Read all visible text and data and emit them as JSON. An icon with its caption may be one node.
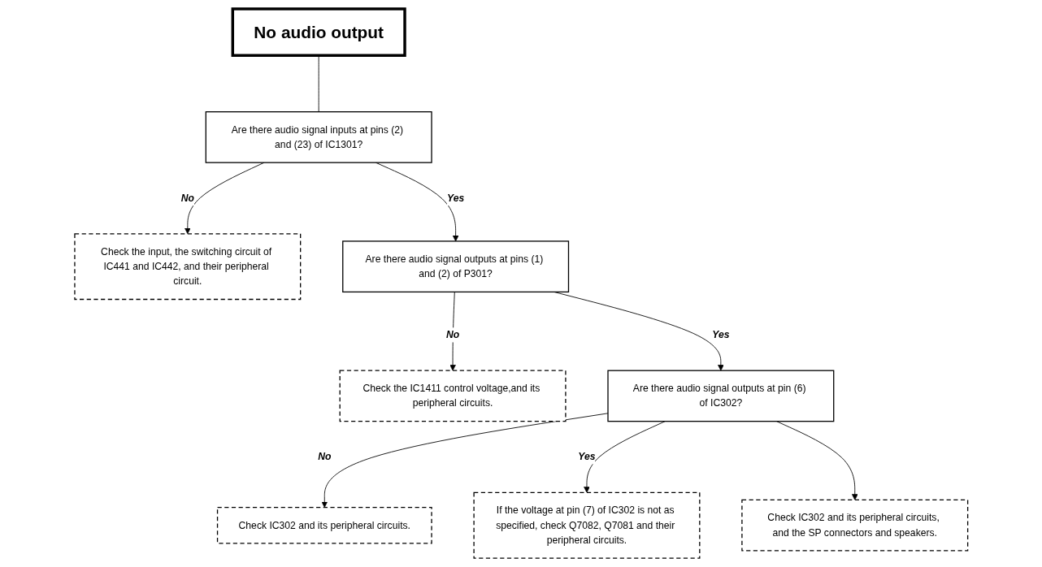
{
  "diagram": {
    "nodes": [
      {
        "text": [
          "No audio output"
        ]
      },
      {
        "text": [
          "Are there audio signal inputs at pins (2) and (23) of IC1301?"
        ]
      },
      {
        "text": [
          "Check the input, the switching circuit of IC441 and IC442, and their peripheral circuit."
        ]
      },
      {
        "text": [
          "Are there audio signal outputs at pins (1) and (2) of P301?"
        ]
      },
      {
        "text": [
          "Check the IC1411 control voltage,and its peripheral circuits."
        ]
      },
      {
        "text": [
          "Are there audio signal outputs at pin (6) of IC302?"
        ]
      },
      {
        "text": [
          "Check IC302 and its peripheral circuits."
        ]
      },
      {
        "text": [
          "If the voltage at pin (7) of IC302 is not as specified, check Q7082, Q7081 and their peripheral circuits."
        ]
      },
      {
        "text": [
          "Check IC302 and its peripheral circuits, and the SP connectors and speakers."
        ]
      }
    ],
    "edges": [
      {
        "from": 0,
        "to": 1,
        "arrow": "none"
      },
      {
        "from": 1,
        "to": 2,
        "arrow": "to",
        "label": "No"
      },
      {
        "from": 1,
        "to": 3,
        "arrow": "to",
        "label": "Yes"
      },
      {
        "from": 3,
        "to": 4,
        "arrow": "to",
        "label": "No"
      },
      {
        "from": 3,
        "to": 5,
        "arrow": "to",
        "label": "Yes"
      },
      {
        "from": 5,
        "to": 6,
        "arrow": "to",
        "label": "No"
      },
      {
        "from": 5,
        "to": 7,
        "arrow": "to",
        "label": "Yes"
      },
      {
        "from": 5,
        "to": 8,
        "arrow": "to"
      }
    ]
  }
}
